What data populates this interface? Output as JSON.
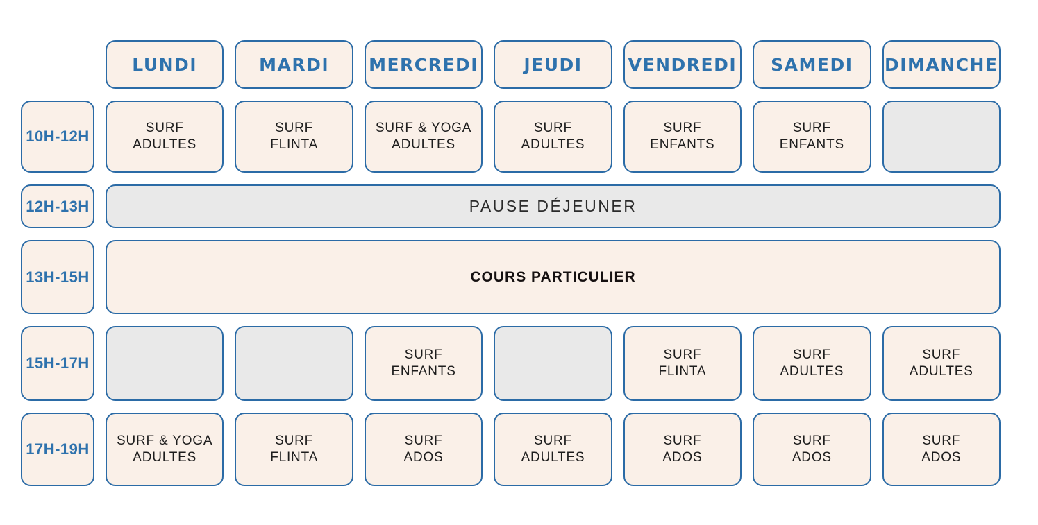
{
  "colors": {
    "border_blue": "#2B6BA6",
    "text_blue": "#2E72AD",
    "cream": "#FAF0E8",
    "gray": "#E9E9E9",
    "text_dark": "#1D1D1D"
  },
  "schedule": {
    "days": [
      "LUNDI",
      "MARDI",
      "MERCREDI",
      "JEUDI",
      "VENDREDI",
      "SAMEDI",
      "DIMANCHE"
    ],
    "rows": [
      {
        "time": "10H-12H",
        "kind": "cells",
        "cells": [
          {
            "text": "SURF\nADULTES",
            "empty": false
          },
          {
            "text": "SURF\nFLINTA",
            "empty": false
          },
          {
            "text": "SURF & YOGA\nADULTES",
            "empty": false
          },
          {
            "text": "SURF\nADULTES",
            "empty": false
          },
          {
            "text": "SURF\nENFANTS",
            "empty": false
          },
          {
            "text": "SURF\nENFANTS",
            "empty": false
          },
          {
            "text": "",
            "empty": true
          }
        ]
      },
      {
        "time": "12H-13H",
        "kind": "span",
        "text": "PAUSE DÉJEUNER"
      },
      {
        "time": "13H-15H",
        "kind": "span",
        "text": "COURS PARTICULIER"
      },
      {
        "time": "15H-17H",
        "kind": "cells",
        "cells": [
          {
            "text": "",
            "empty": true
          },
          {
            "text": "",
            "empty": true
          },
          {
            "text": "SURF\nENFANTS",
            "empty": false
          },
          {
            "text": "",
            "empty": true
          },
          {
            "text": "SURF\nFLINTA",
            "empty": false
          },
          {
            "text": "SURF\nADULTES",
            "empty": false
          },
          {
            "text": "SURF\nADULTES",
            "empty": false
          }
        ]
      },
      {
        "time": "17H-19H",
        "kind": "cells",
        "cells": [
          {
            "text": "SURF & YOGA\nADULTES",
            "empty": false
          },
          {
            "text": "SURF\nFLINTA",
            "empty": false
          },
          {
            "text": "SURF\nADOS",
            "empty": false
          },
          {
            "text": "SURF\nADULTES",
            "empty": false
          },
          {
            "text": "SURF\nADOS",
            "empty": false
          },
          {
            "text": "SURF\nADOS",
            "empty": false
          },
          {
            "text": "SURF\nADOS",
            "empty": false
          }
        ]
      }
    ]
  }
}
